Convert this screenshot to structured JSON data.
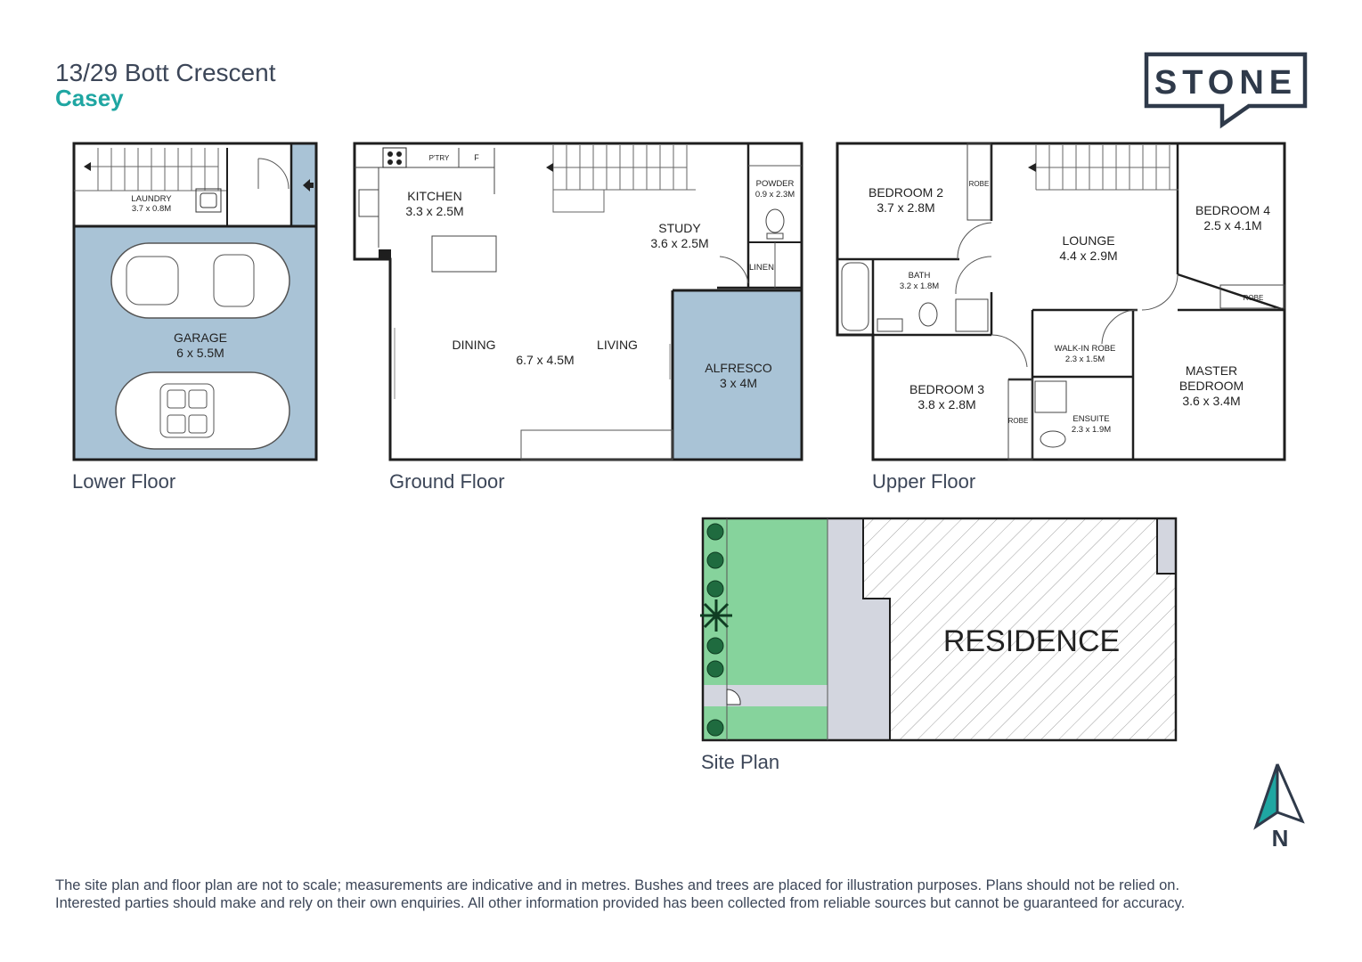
{
  "header": {
    "address": "13/29 Bott Crescent",
    "suburb": "Casey"
  },
  "brand": {
    "logo_text": "STONE",
    "color": "#2f3a4a"
  },
  "colors": {
    "accent_teal": "#1fa6a2",
    "garage_fill": "#a9c3d6",
    "lawn_green": "#86d39c",
    "path_grey": "#d3d6df"
  },
  "floors": {
    "lower": {
      "label": "Lower Floor",
      "rooms": {
        "laundry": {
          "name": "LAUNDRY",
          "size": "3.7 x 0.8M"
        },
        "garage": {
          "name": "GARAGE",
          "size": "6 x 5.5M"
        }
      }
    },
    "ground": {
      "label": "Ground Floor",
      "rooms": {
        "pantry": {
          "name": "P'TRY"
        },
        "fridge": {
          "name": "F"
        },
        "kitchen": {
          "name": "KITCHEN",
          "size": "3.3 x 2.5M"
        },
        "powder": {
          "name": "POWDER",
          "size": "0.9 x 2.3M"
        },
        "study": {
          "name": "STUDY",
          "size": "3.6 x 2.5M"
        },
        "linen": {
          "name": "LINEN"
        },
        "dining": {
          "name": "DINING"
        },
        "living": {
          "name": "LIVING"
        },
        "dining_living_size": "6.7 x 4.5M",
        "alfresco": {
          "name": "ALFRESCO",
          "size": "3 x 4M"
        }
      }
    },
    "upper": {
      "label": "Upper Floor",
      "rooms": {
        "bedroom2": {
          "name": "BEDROOM 2",
          "size": "3.7 x 2.8M"
        },
        "robe_bed2": {
          "name": "ROBE"
        },
        "lounge": {
          "name": "LOUNGE",
          "size": "4.4 x 2.9M"
        },
        "bedroom4": {
          "name": "BEDROOM 4",
          "size": "2.5 x 4.1M"
        },
        "robe_bed4": {
          "name": "ROBE"
        },
        "bath": {
          "name": "BATH",
          "size": "3.2 x 1.8M"
        },
        "walkin": {
          "name": "WALK-IN ROBE",
          "size": "2.3 x 1.5M"
        },
        "bedroom3": {
          "name": "BEDROOM 3",
          "size": "3.8 x 2.8M"
        },
        "robe_bed3": {
          "name": "ROBE"
        },
        "ensuite": {
          "name": "ENSUITE",
          "size": "2.3 x 1.9M"
        },
        "master": {
          "name": "MASTER",
          "name2": "BEDROOM",
          "size": "3.6 x 3.4M"
        }
      }
    }
  },
  "site_plan": {
    "label": "Site Plan",
    "residence": "RESIDENCE"
  },
  "compass": {
    "letter": "N"
  },
  "disclaimer": {
    "line1": "The site plan and floor plan are not to scale; measurements are indicative and in metres. Bushes and trees are placed for illustration purposes. Plans should not be relied on.",
    "line2": "Interested parties should make and rely on their own enquiries. All other information provided has been collected from reliable sources but cannot be guaranteed for accuracy."
  }
}
